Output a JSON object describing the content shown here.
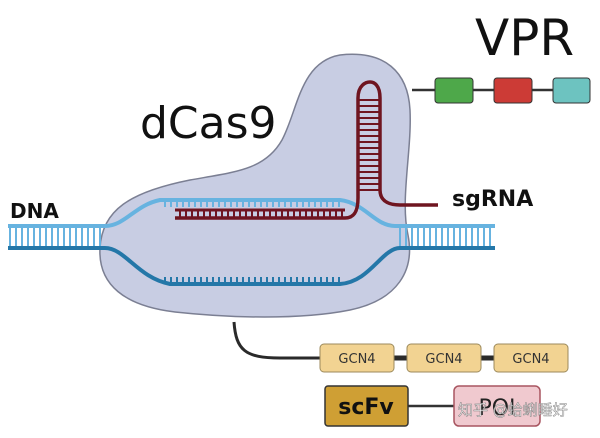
{
  "labels": {
    "vpr": "VPR",
    "dcas9": "dCas9",
    "dna": "DNA",
    "sgrna": "sgRNA",
    "scfv": "scFv",
    "pol": "POI",
    "gcn4": [
      "GCN4",
      "GCN4",
      "GCN4"
    ]
  },
  "watermark": "知乎 @蛤蜊睡好",
  "colors": {
    "dcas9_fill": "#c8cde3",
    "dcas9_outline": "#7b7f93",
    "dna_light": "#67b3e0",
    "dna_dark": "#2477a8",
    "sgrna": "#6f1520",
    "vpr_domains": [
      "#4ea84a",
      "#cc3b36",
      "#6dc3c0"
    ],
    "gcn4_fill": "#f2d392",
    "scfv_fill": "#cf9f34",
    "poi_fill": "#f0c9cf"
  }
}
